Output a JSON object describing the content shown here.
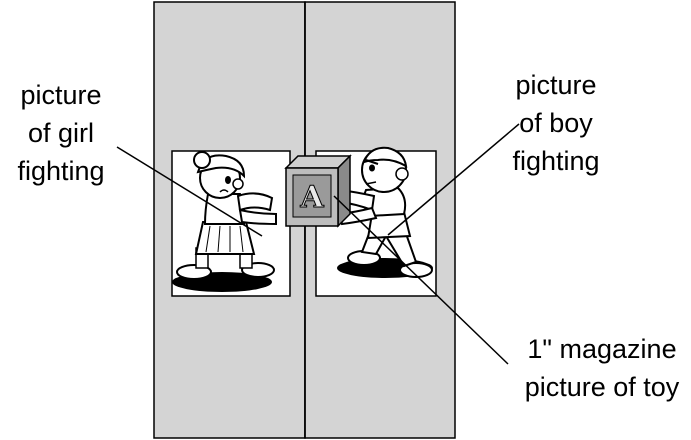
{
  "labels": {
    "girl_picture": [
      "picture",
      "of girl",
      "fighting"
    ],
    "boy_picture": [
      "picture",
      "of boy",
      "fighting"
    ],
    "toy_picture": [
      "1\" magazine",
      "picture of toy"
    ]
  },
  "toy_block": {
    "letter": "A"
  },
  "colors": {
    "panel_fill": "#d4d4d4",
    "outline": "#000000",
    "picture_bg": "#ffffff",
    "block_face": "#9a9a9a"
  }
}
